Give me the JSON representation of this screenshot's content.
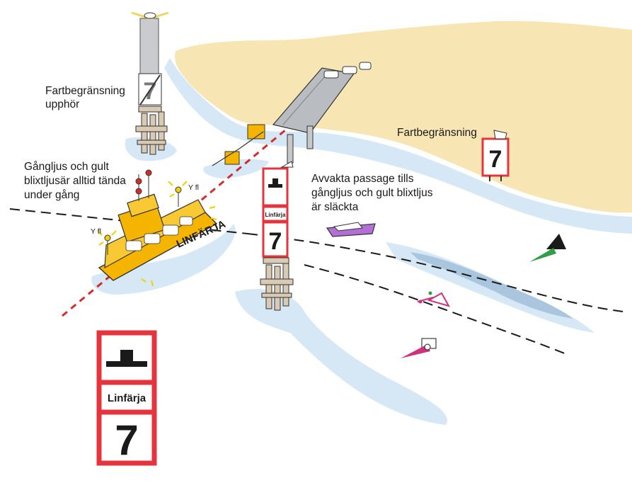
{
  "labels": {
    "speed_end_line1": "Fartbegränsning",
    "speed_end_line2": "upphör",
    "lights_line1": "Gångljus och gult",
    "lights_line2": "blixtljusär alltid tända",
    "lights_line3": "under gång",
    "speed_limit": "Fartbegränsning",
    "wait_line1": "Avvakta passage tills",
    "wait_line2": "gångljus och gult blixtljus",
    "wait_line3": "är släckta",
    "yfl_left": "Y fl",
    "yfl_right": "Y fl"
  },
  "ferry": {
    "hull_text": "LINFÄRJA"
  },
  "sign": {
    "ferry_text": "Linfärja",
    "speed_value": "7",
    "small_ferry_text": "Linfärja"
  },
  "colors": {
    "sign_red": "#e5343d",
    "ferry_yellow": "#f5b400",
    "land_sand": "#f7e6b4",
    "water_blue": "#d6e7f6",
    "cable_red": "#d42b2b",
    "green_light": "#2f9e44",
    "magenta_light": "#d0317f",
    "boat_purple": "#b46fd6"
  }
}
